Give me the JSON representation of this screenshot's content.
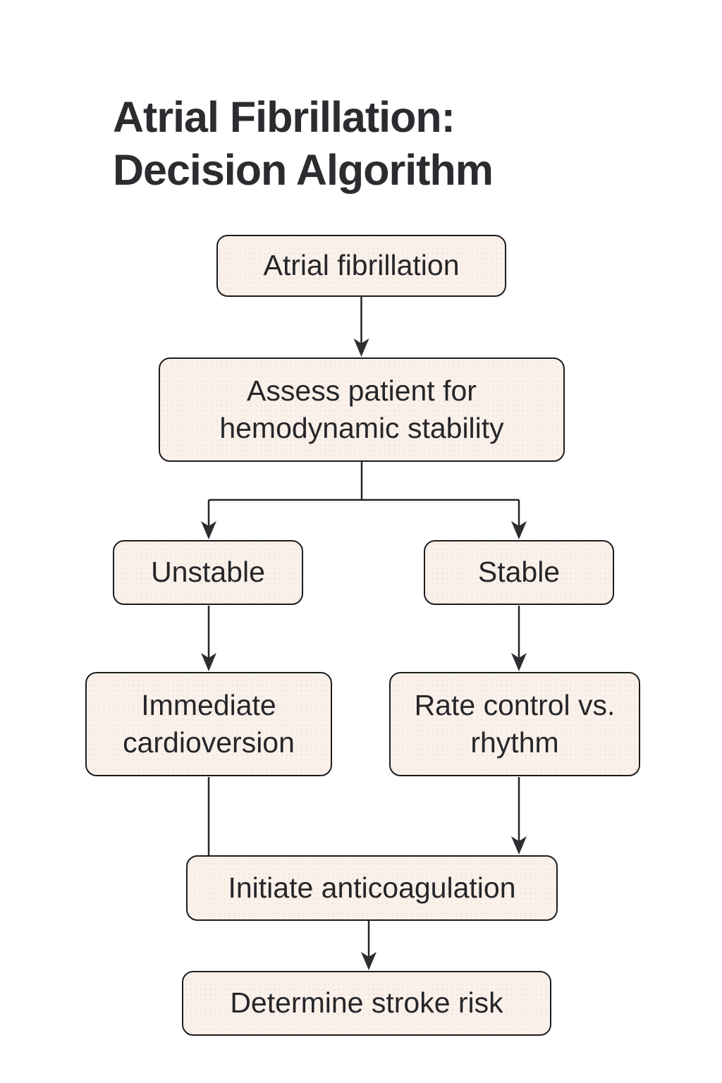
{
  "title": {
    "line1": "Atrial Fibrillation:",
    "line2": "Decision Algorithm"
  },
  "flowchart": {
    "nodes": [
      {
        "id": "atrial-fibrillation",
        "label": "Atrial fibrillation"
      },
      {
        "id": "assess-stability",
        "label": "Assess patient for hemodynamic stability"
      },
      {
        "id": "unstable",
        "label": "Unstable"
      },
      {
        "id": "stable",
        "label": "Stable"
      },
      {
        "id": "immediate-cardioversion",
        "label": "Immediate cardioversion"
      },
      {
        "id": "rate-vs-rhythm",
        "label": "Rate control vs. rhythm"
      },
      {
        "id": "initiate-anticoagulation",
        "label": "Initiate anticoagulation"
      },
      {
        "id": "determine-stroke-risk",
        "label": "Determine stroke risk"
      }
    ],
    "edges": [
      {
        "from": "atrial-fibrillation",
        "to": "assess-stability",
        "arrow": true
      },
      {
        "from": "assess-stability",
        "to": "unstable",
        "arrow": true
      },
      {
        "from": "assess-stability",
        "to": "stable",
        "arrow": true
      },
      {
        "from": "unstable",
        "to": "immediate-cardioversion",
        "arrow": true
      },
      {
        "from": "stable",
        "to": "rate-vs-rhythm",
        "arrow": true
      },
      {
        "from": "immediate-cardioversion",
        "to": "initiate-anticoagulation",
        "arrow": false
      },
      {
        "from": "rate-vs-rhythm",
        "to": "initiate-anticoagulation",
        "arrow": true
      },
      {
        "from": "initiate-anticoagulation",
        "to": "determine-stroke-risk",
        "arrow": true
      }
    ],
    "colors": {
      "background": "#ffffff",
      "node_fill": "#faf1ea",
      "node_border": "#1c1c1e",
      "connector": "#242428",
      "node_text": "#26262a",
      "title_text": "#2c2c30"
    }
  }
}
